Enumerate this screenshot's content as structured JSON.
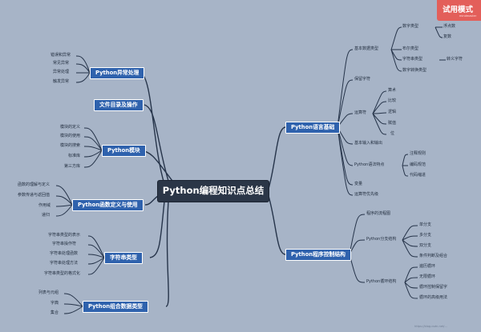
{
  "badge": {
    "title": "试用模式",
    "subtitle": "mindmaster"
  },
  "watermark": "https://blog.csdn.net/...",
  "center": "Python编程知识点总结",
  "left": {
    "exceptions": {
      "title": "Python异常处理",
      "items": [
        "错误和异常",
        "常见异常",
        "异常处理",
        "触发异常"
      ]
    },
    "files": {
      "title": "文件目录及操作"
    },
    "modules": {
      "title": "Python模块",
      "items": [
        "模块的定义",
        "模块的使用",
        "模块的搜索",
        "标准库",
        "第三方库"
      ]
    },
    "functions": {
      "title": "Python函数定义与使用",
      "items": [
        "函数的理解与定义",
        "参数传递与返回值",
        "作用域",
        "递归"
      ]
    },
    "strings": {
      "title": "字符串类型",
      "items": [
        "字符串类型的表示",
        "字符串操作符",
        "字符串处理函数",
        "字符串处理方法",
        "字符串类型的格式化"
      ]
    },
    "collections": {
      "title": "Python组合数据类型",
      "items": [
        "列表与元组",
        "字典",
        "集合"
      ]
    }
  },
  "right": {
    "basics": {
      "title": "Python语言基础",
      "basic_types": {
        "label": "基本数据类型",
        "numeric": "数字类型",
        "numeric_items": [
          "浮点数",
          "复数"
        ],
        "bool": "布尔类型",
        "string": "字符串类型",
        "escape": "转义字符",
        "conversion": "数字转换类型"
      },
      "reserved": "保留字符",
      "operators": {
        "label": "运算符",
        "items": [
          "算术",
          "比较",
          "逻辑",
          "赋值",
          "位"
        ]
      },
      "io": "基本输入和输出",
      "syntax": {
        "label": "Python语法特点",
        "items": [
          "注释规则",
          "编码规范",
          "代码缩进"
        ]
      },
      "variables": "变量",
      "bugs": "运算符优先级"
    },
    "control": {
      "title": "Python程序控制结构",
      "flowchart": "程序的流程图",
      "branch": {
        "label": "Python分支结构",
        "items": [
          "单分支",
          "多分支",
          "双分支",
          "条件判断及组合"
        ]
      },
      "loop": {
        "label": "Python循环结构",
        "items": [
          "遍历循环",
          "无限循环",
          "循环控制保留字",
          "循环的高级用法"
        ]
      }
    }
  }
}
